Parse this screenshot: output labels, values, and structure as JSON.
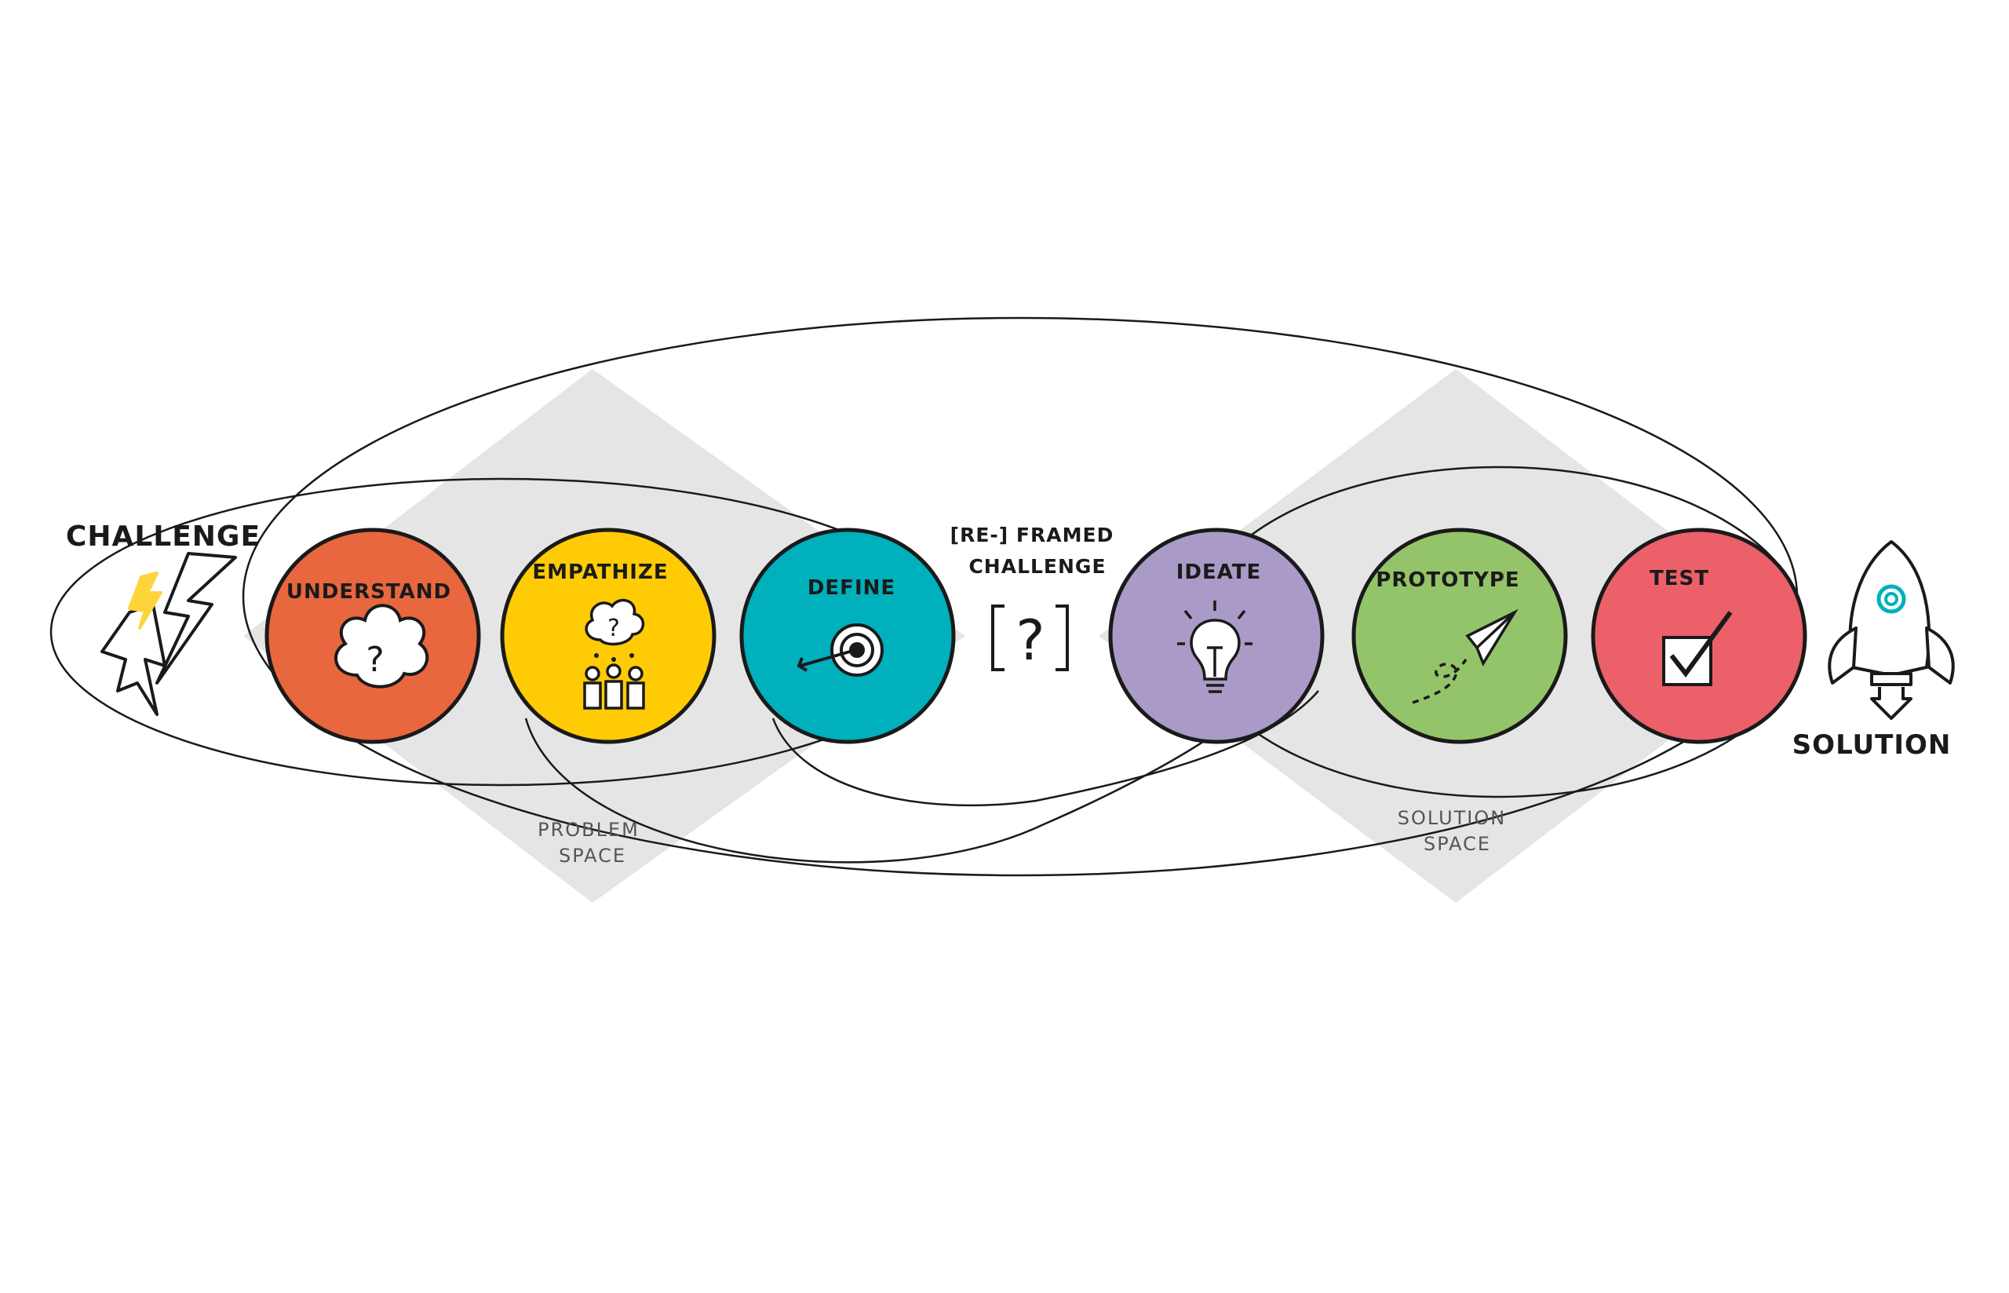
{
  "start": {
    "label": "CHALLENGE",
    "icon": "lightning-bolts-icon"
  },
  "end": {
    "label": "SOLUTION",
    "icon": "rocket-icon"
  },
  "reframed": {
    "line1": "[RE-] FRAMED",
    "line2": "CHALLENGE",
    "icon": "bracket-question-icon"
  },
  "spaces": {
    "problem": {
      "line1": "PROBLEM",
      "line2": "SPACE"
    },
    "solution": {
      "line1": "SOLUTION",
      "line2": "SPACE"
    }
  },
  "phases": [
    {
      "label": "UNDERSTAND",
      "color": "#E8673E",
      "icon": "thought-cloud-question-icon"
    },
    {
      "label": "EMPATHIZE",
      "color": "#FFCB05",
      "icon": "people-thinking-icon"
    },
    {
      "label": "DEFINE",
      "color": "#00B0BC",
      "icon": "target-arrow-icon"
    },
    {
      "label": "IDEATE",
      "color": "#A99AC7",
      "icon": "lightbulb-icon"
    },
    {
      "label": "PROTOTYPE",
      "color": "#94C469",
      "icon": "paper-plane-icon"
    },
    {
      "label": "TEST",
      "color": "#EB6069",
      "icon": "checkbox-icon"
    }
  ],
  "colors": {
    "diamond": "#E5E5E5",
    "stroke": "#1a1a1a",
    "bolt_accent": "#FFD43B",
    "rocket_accent": "#00B0BC"
  }
}
